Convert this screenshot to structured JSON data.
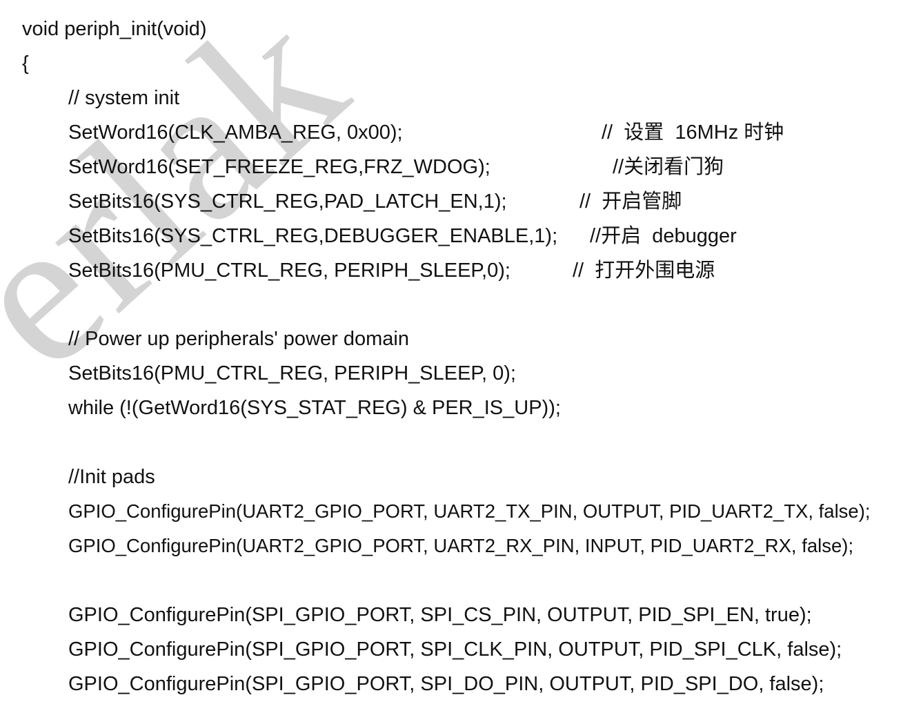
{
  "code": {
    "signature": "void periph_init(void)",
    "open_brace": "{",
    "lines": [
      {
        "code": "// system init",
        "comment": ""
      },
      {
        "code": "SetWord16(CLK_AMBA_REG, 0x00);",
        "comment": "//  设置  16MHz 时钟"
      },
      {
        "code": "SetWord16(SET_FREEZE_REG,FRZ_WDOG);",
        "comment": "//关闭看门狗"
      },
      {
        "code": "SetBits16(SYS_CTRL_REG,PAD_LATCH_EN,1);",
        "comment": "//  开启管脚"
      },
      {
        "code": "SetBits16(SYS_CTRL_REG,DEBUGGER_ENABLE,1);",
        "comment": "//开启  debugger"
      },
      {
        "code": "SetBits16(PMU_CTRL_REG, PERIPH_SLEEP,0);",
        "comment": "//  打开外围电源"
      },
      {
        "code": "// Power up peripherals' power domain",
        "comment": ""
      },
      {
        "code": "SetBits16(PMU_CTRL_REG, PERIPH_SLEEP, 0);",
        "comment": ""
      },
      {
        "code": "while (!(GetWord16(SYS_STAT_REG) & PER_IS_UP));",
        "comment": ""
      },
      {
        "code": "//Init pads",
        "comment": ""
      },
      {
        "code": "GPIO_ConfigurePin(UART2_GPIO_PORT, UART2_TX_PIN, OUTPUT, PID_UART2_TX, false);",
        "comment": ""
      },
      {
        "code": "GPIO_ConfigurePin(UART2_GPIO_PORT, UART2_RX_PIN, INPUT, PID_UART2_RX, false);",
        "comment": ""
      },
      {
        "code": "GPIO_ConfigurePin(SPI_GPIO_PORT, SPI_CS_PIN, OUTPUT, PID_SPI_EN, true);",
        "comment": ""
      },
      {
        "code": "GPIO_ConfigurePin(SPI_GPIO_PORT, SPI_CLK_PIN, OUTPUT, PID_SPI_CLK, false);",
        "comment": ""
      },
      {
        "code": "GPIO_ConfigurePin(SPI_GPIO_PORT, SPI_DO_PIN, OUTPUT, PID_SPI_DO, false);",
        "comment": ""
      }
    ]
  },
  "watermark": {
    "text": "erlak",
    "color": "#d4d4d4"
  }
}
